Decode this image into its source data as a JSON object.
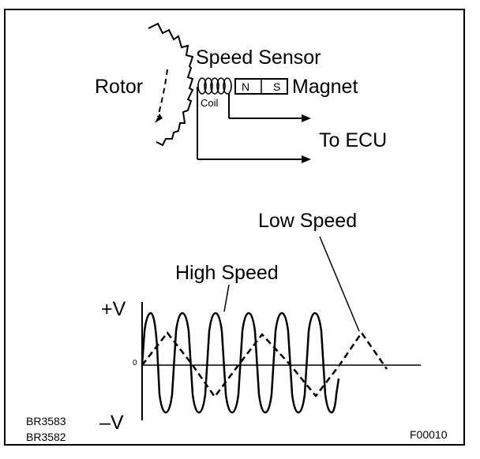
{
  "labels": {
    "speed_sensor": "Speed Sensor",
    "rotor": "Rotor",
    "coil": "Coil",
    "magnet_n": "N",
    "magnet_s": "S",
    "magnet": "Magnet",
    "to_ecu": "To ECU",
    "low_speed": "Low Speed",
    "high_speed": "High Speed",
    "plus_v": "+V",
    "minus_v": "–V",
    "zero": "0",
    "ref1": "BR3583",
    "ref2": "BR3582",
    "fig_id": "F00010"
  }
}
